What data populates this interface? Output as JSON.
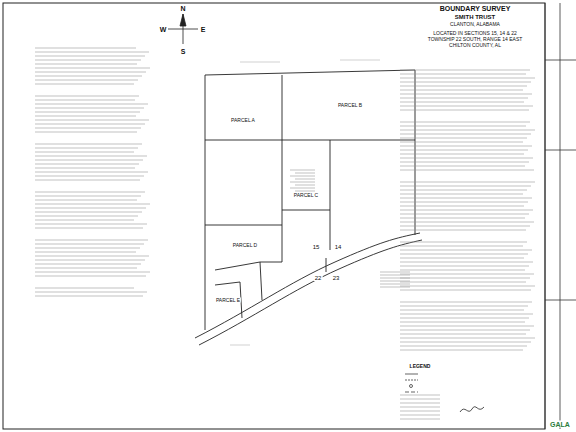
{
  "diagram": {
    "title": "BOUNDARY SURVEY",
    "labels": [
      "SMITH TRUST",
      "CLANTON, ALABAMA",
      "LOCATED IN SECTIONS 15, 14 & 22",
      "TOWNSHIP 22 SOUTH, RANGE 14 EAST",
      "CHILTON COUNTY, AL",
      "N",
      "S",
      "E",
      "W",
      "PARCEL A",
      "PARCEL B",
      "PARCEL C",
      "PARCEL D",
      "PARCEL E",
      "22",
      "23",
      "14",
      "15",
      "LEGEND",
      "GALA"
    ]
  }
}
